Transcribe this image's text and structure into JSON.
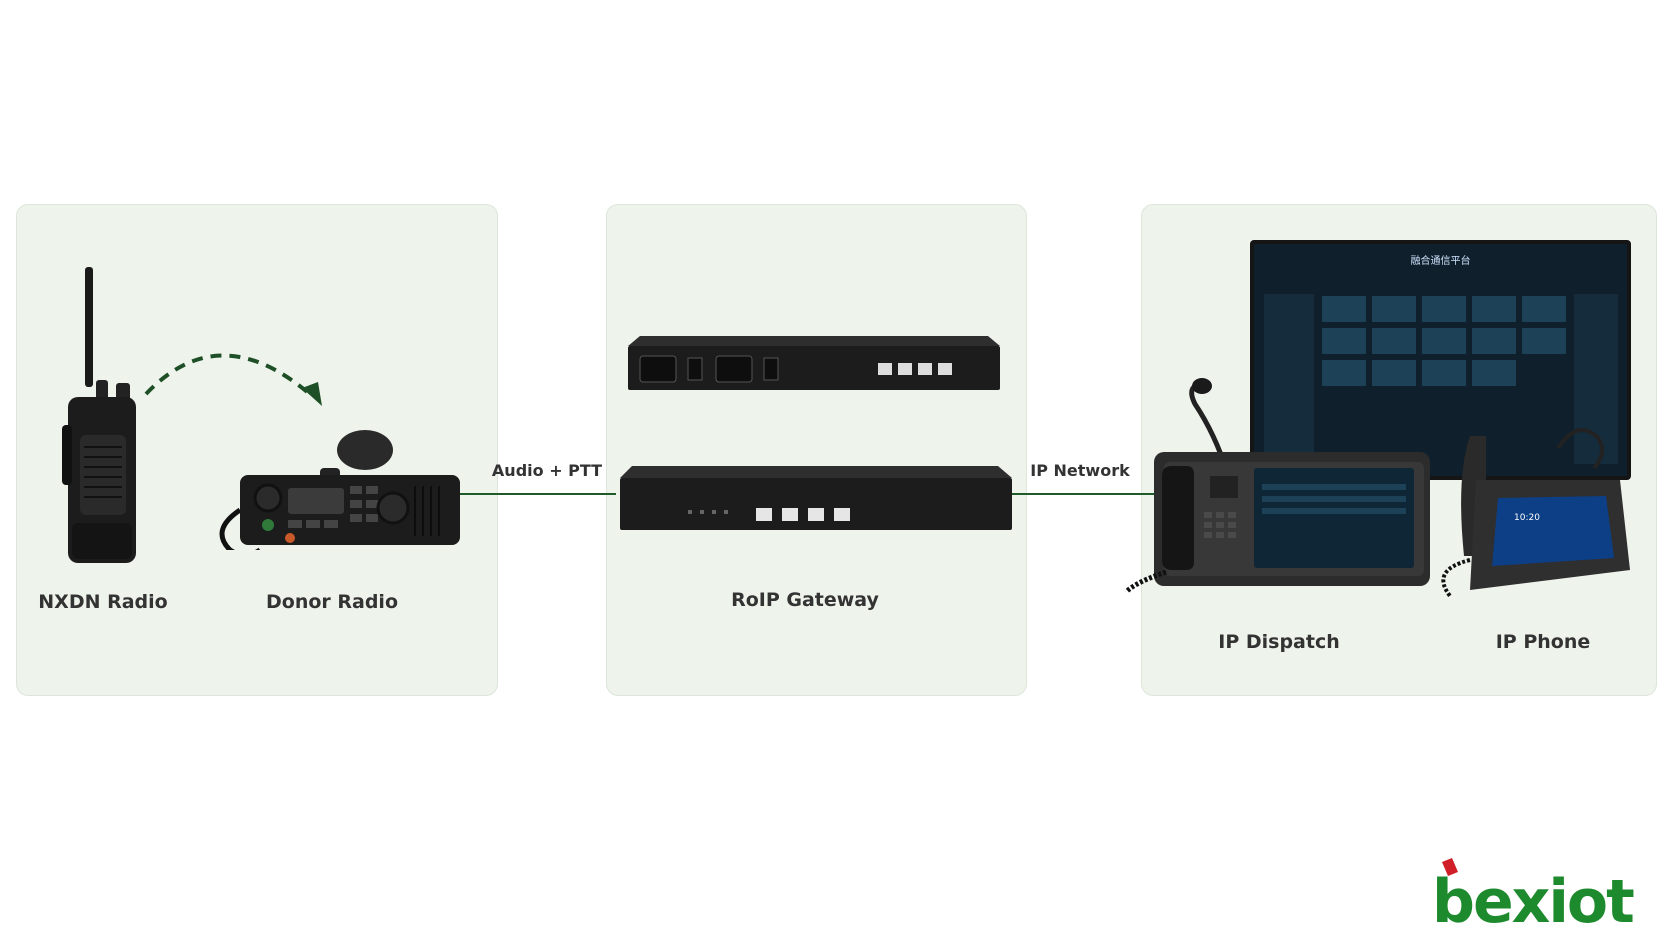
{
  "panels": {
    "left": {
      "nxdn_radio_label": "NXDN Radio",
      "donor_radio_label": "Donor Radio"
    },
    "middle": {
      "gateway_label": "RoIP Gateway"
    },
    "right": {
      "dispatch_label": "IP Dispatch",
      "phone_label": "IP Phone",
      "monitor_title": "融合通信平台"
    }
  },
  "connections": {
    "audio_ptt": "Audio + PTT",
    "ip_network": "IP Network"
  },
  "phone_screen_time": "10:20",
  "logo_text": "bexiot",
  "colors": {
    "panel_bg": "#eef4ec",
    "connector": "#1f5a2a",
    "logo_green": "#1e8a2e",
    "logo_red": "#d11f2a",
    "monitor_bg": "#0f2636"
  }
}
